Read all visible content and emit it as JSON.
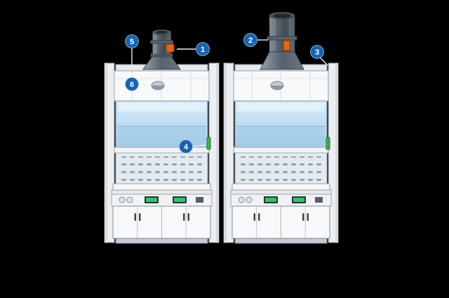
{
  "figure": {
    "background": "#000000"
  },
  "colors": {
    "badge_blue": "#1a63b0",
    "badge_text": "#ffffff",
    "leader_line": "#e9eef2",
    "window_top": "#d8ecfa",
    "window_bottom": "#a7d0ec",
    "accent_orange": "#e8650f",
    "accent_green": "#3fae4a",
    "display_green": "#35c06d"
  },
  "callouts": [
    {
      "label": "1"
    },
    {
      "label": "2"
    },
    {
      "label": "3"
    },
    {
      "label": "4"
    },
    {
      "label": "5"
    },
    {
      "label": "6"
    }
  ]
}
